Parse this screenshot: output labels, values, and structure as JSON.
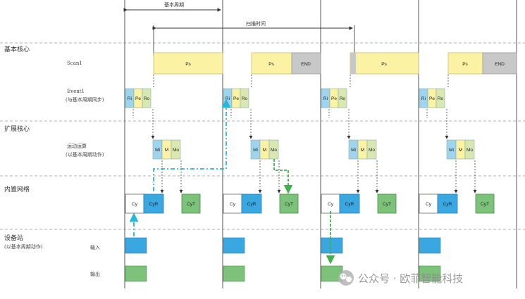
{
  "spans": {
    "basic_cycle": "基本周期",
    "scan_time": "扫描时间"
  },
  "rows": {
    "basic_core": "基本核心",
    "scan1": "Scan1",
    "event1_line1": "Event1",
    "event1_line2": "(与基本周期同步)",
    "ext_core": "扩展核心",
    "motion_line1": "运动运算",
    "motion_line2": "(以基本周期动作)",
    "network": "内置网络",
    "device_line1": "设备站",
    "device_line2": "(以基本周期动作)",
    "input": "输入",
    "output": "输出"
  },
  "boxes": {
    "ps": "Ps",
    "end": "END",
    "ri": "Ri",
    "pe": "Pe",
    "ro": "Ro",
    "mi": "Mi",
    "m": "M",
    "mo": "Mo",
    "cy": "Cy",
    "cyr": "CyR",
    "cyt": "CyT"
  },
  "watermark": {
    "text": "公众号 · 欧菲智能科技",
    "icon": "wechat-official-account-icon"
  },
  "colors": {
    "ps": "#fbf3a3",
    "end": "#c8c8c8",
    "ri": "#9fd4ee",
    "pe": "#fbf3a3",
    "ro": "#d9e8b0",
    "mi": "#9fd4ee",
    "m": "#fbf3a3",
    "mo": "#d9e8b0",
    "cyr": "#3aa7e0",
    "cyt": "#7cc27a",
    "input": "#3aa7e0",
    "output": "#7cc27a",
    "cyan_arrow": "#25b7e0",
    "green_arrow": "#3fb24a"
  }
}
